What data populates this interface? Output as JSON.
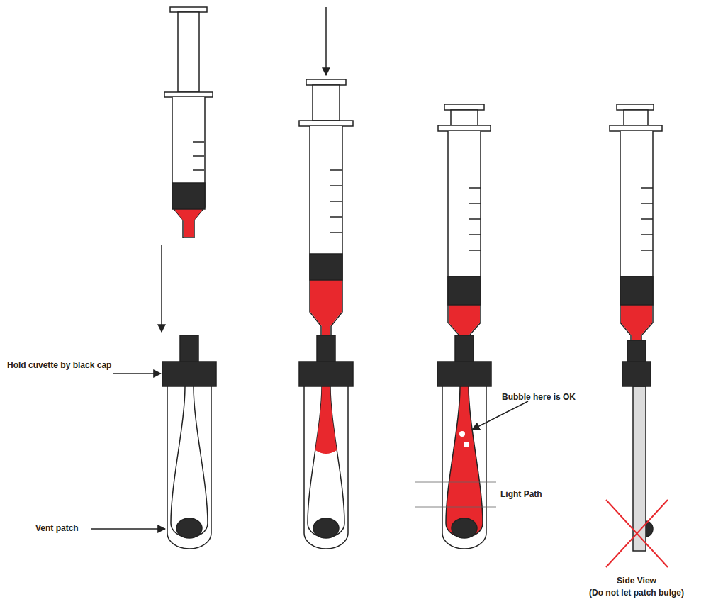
{
  "diagram": {
    "labels": [
      "Hold cuvette by black cap",
      "Vent patch",
      "Bubble here is OK",
      "Light Path",
      "Side View",
      "(Do not let patch bulge)"
    ]
  }
}
